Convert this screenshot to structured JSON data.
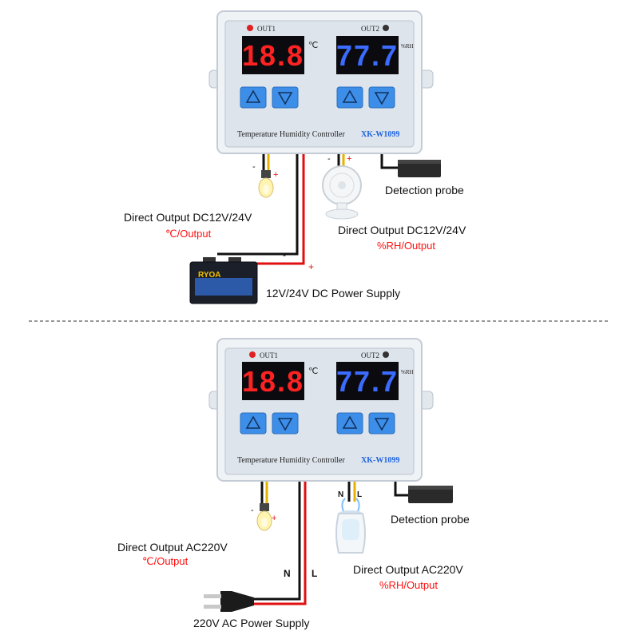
{
  "colors": {
    "panel": "#dde4ec",
    "panel_border": "#b9c3cf",
    "display_bg": "#0b0b0f",
    "temp_digits": "#ff2222",
    "humid_digits": "#3b6bff",
    "button_blue": "#3d8ee8",
    "label_red": "#ff1010",
    "brand_blue": "#1e63e0",
    "wire_red": "#e01010",
    "wire_black": "#111111"
  },
  "top": {
    "controller": {
      "out1_label": "OUT1",
      "out2_label": "OUT2",
      "temp_reading": "18.8",
      "temp_unit": "℃",
      "humidity_reading": "77.7",
      "humidity_unit": "%RH",
      "product_name": "Temperature Humidity Controller",
      "model": "XK-W1099"
    },
    "out1_minus": "-",
    "out1_plus": "+",
    "out2_minus": "-",
    "out2_plus": "+",
    "out1_title": "Direct Output DC12V/24V",
    "out1_sub": "℃/Output",
    "out2_title": "Direct Output DC12V/24V",
    "out2_sub": "%RH/Output",
    "probe_label": "Detection probe",
    "supply_minus": "-",
    "supply_plus": "+",
    "supply_label": "12V/24V DC Power Supply",
    "battery_brand": "RYOA"
  },
  "bottom": {
    "controller": {
      "out1_label": "OUT1",
      "out2_label": "OUT2",
      "temp_reading": "18.8",
      "temp_unit": "℃",
      "humidity_reading": "77.7",
      "humidity_unit": "%RH",
      "product_name": "Temperature Humidity Controller",
      "model": "XK-W1099"
    },
    "out1_minus": "-",
    "out1_plus": "+",
    "out2_n": "N",
    "out2_l": "L",
    "out1_title": "Direct Output AC220V",
    "out1_sub": "℃/Output",
    "out2_title": "Direct Output AC220V",
    "out2_sub": "%RH/Output",
    "probe_label": "Detection probe",
    "supply_n": "N",
    "supply_l": "L",
    "supply_label": "220V AC Power Supply"
  }
}
